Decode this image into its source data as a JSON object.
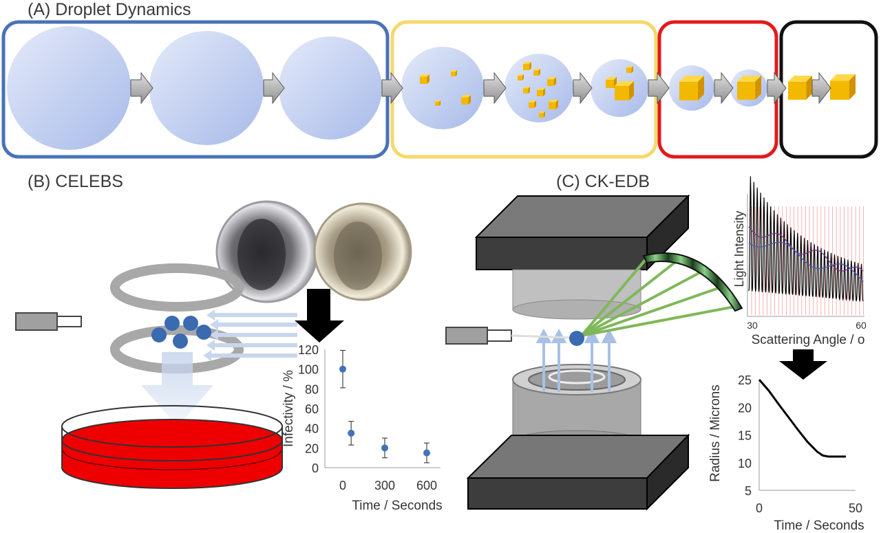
{
  "panels": {
    "a_title": "(A) Droplet Dynamics",
    "b_title": "(B) CELEBS",
    "c_title": "(C) CK-EDB"
  },
  "colors": {
    "box_blue": "#4a72b8",
    "box_yellow": "#f6d86c",
    "box_red": "#e31a1c",
    "box_black": "#111111",
    "droplet": "#b8c8ee",
    "crystal": "#f3b800",
    "dish_red": "#ee0000",
    "marker": "#4272b8"
  },
  "chart_data": [
    {
      "type": "scatter",
      "title": "",
      "xlabel": "Time / Seconds",
      "ylabel": "Infectivity / %",
      "xlim": [
        0,
        600
      ],
      "ylim": [
        0,
        120
      ],
      "xticks": [
        0,
        300,
        600
      ],
      "yticks": [
        0,
        20,
        40,
        60,
        80,
        100,
        120
      ],
      "x": [
        0,
        60,
        300,
        600
      ],
      "y": [
        100,
        35,
        20,
        15
      ],
      "error": [
        19,
        12,
        10,
        10
      ]
    },
    {
      "type": "line",
      "title": "",
      "xlabel": "Time / Seconds",
      "ylabel": "Radius / Microns",
      "xlim": [
        0,
        50
      ],
      "ylim": [
        5,
        25
      ],
      "xticks": [
        0,
        50
      ],
      "yticks": [
        5,
        10,
        15,
        20,
        25
      ],
      "x": [
        0,
        2,
        5,
        10,
        15,
        20,
        25,
        30,
        33,
        36,
        40,
        45
      ],
      "y": [
        25,
        24.2,
        23.0,
        20.6,
        18.3,
        16.0,
        13.8,
        12.0,
        11.3,
        11.1,
        11.1,
        11.1
      ]
    },
    {
      "type": "line",
      "title": "",
      "xlabel": "Scattering Angle / o",
      "ylabel": "Light Intensity",
      "xlim": [
        30,
        60
      ],
      "xticks": [
        30,
        60
      ]
    }
  ]
}
